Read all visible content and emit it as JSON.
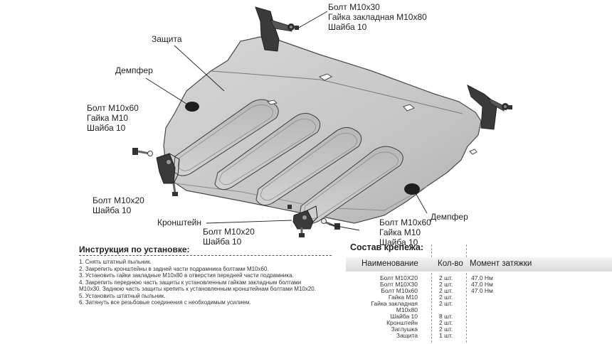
{
  "callouts": {
    "zashchita": "Защита",
    "dempfer_left": "Демпфер",
    "dempfer_right": "Демпфер",
    "kronshtein": "Кронштейн",
    "group_top_right": [
      "Болт М10х30",
      "Гайка закладная М10х80",
      "Шайба 10"
    ],
    "group_left": [
      "Болт М10х60",
      "Гайка М10",
      "Шайба 10"
    ],
    "group_left_low": [
      "Болт М10х20",
      "Шайба 10"
    ],
    "group_bottom_mid": [
      "Болт М10х20",
      "Шайба 10"
    ],
    "group_bottom_right": [
      "Болт М10х60",
      "Гайка М10",
      "Шайба 10"
    ]
  },
  "instructions": {
    "title": "Инструкция по установке:",
    "steps": [
      "1. Снять штатный пыльник.",
      "2. Закрепить кронштейны в задней части подрамника болтами М10х60.",
      "3. Установить гайки закладные М10х80 в отверстия передней части подрамника.",
      "4. Закрепить переднюю часть защиты к установленным гайкам закладным болтами",
      "М10х30. Заднюю часть защиты крепить к установленным кронштейнам болтами М10х20.",
      "5. Установить штатный пыльник.",
      "6. Затянуть все резьбовые соединения с необходимым усилием."
    ]
  },
  "fasteners": {
    "title": "Состав крепежа:",
    "headers": [
      "Наименование",
      "Кол-во",
      "Момент затяжки"
    ],
    "rows": [
      {
        "name": "Болт М10Х20",
        "qty": "2 шт.",
        "torque": "47.0 Нм"
      },
      {
        "name": "Болт М10Х30",
        "qty": "2 шт.",
        "torque": "47.0 Нм"
      },
      {
        "name": "Болт М10х60",
        "qty": "2 шт.",
        "torque": "47.0 Нм"
      },
      {
        "name": "Гайка М10",
        "qty": "2 шт.",
        "torque": ""
      },
      {
        "name": "Гайка закладная",
        "qty": "2 шт.",
        "torque": ""
      },
      {
        "name": "М10х80",
        "qty": "",
        "torque": ""
      },
      {
        "name": "Шайба 10",
        "qty": "8 шт.",
        "torque": ""
      },
      {
        "name": "Кронштейн",
        "qty": "2 шт.",
        "torque": ""
      },
      {
        "name": "Заглушка",
        "qty": "2 шт.",
        "torque": ""
      },
      {
        "name": "Защита",
        "qty": "1 шт.",
        "torque": ""
      }
    ]
  },
  "colors": {
    "plate": "#c9c9c9",
    "plate_dark": "#9a9a9a",
    "edge": "#4a4a4a",
    "bracket": "#3a3a3a",
    "damper": "#1e1e1e"
  }
}
